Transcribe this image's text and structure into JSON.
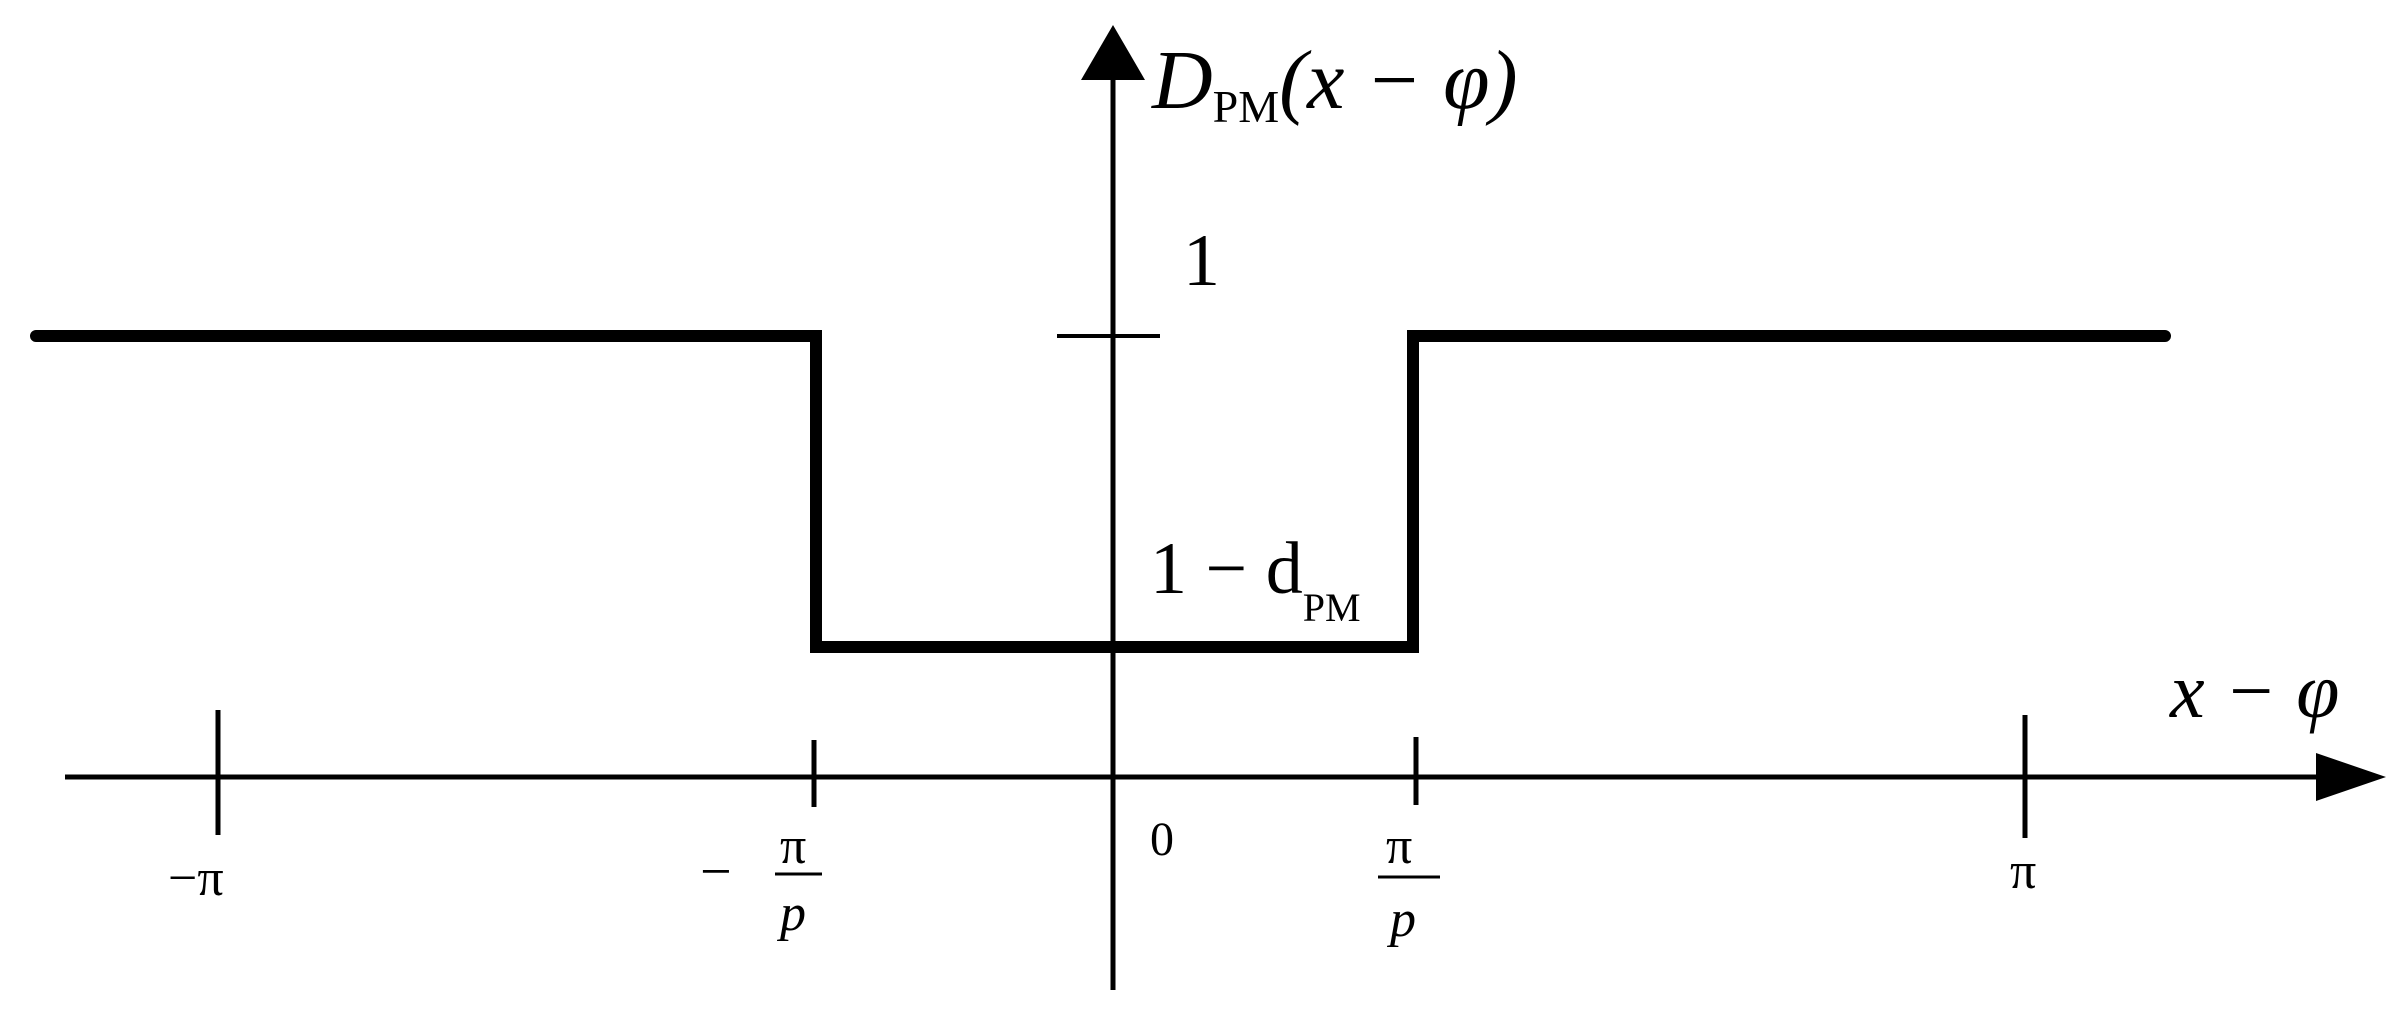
{
  "figure": {
    "y_axis_label": {
      "main": "D",
      "sub": "PM",
      "argument": "(x − φ)"
    },
    "x_axis_label": "x − φ",
    "level_labels": {
      "upper": "1",
      "lower_main": "1 − d",
      "lower_sub": "PM"
    },
    "tick_labels": {
      "neg_pi": "−π",
      "neg_frac_sign": "−",
      "neg_frac_num": "π",
      "neg_frac_den": "p",
      "origin": "0",
      "pos_frac_num": "π",
      "pos_frac_den": "p",
      "pos_pi": "π"
    }
  },
  "chart_data": {
    "type": "line",
    "shape": "step",
    "x_ticks": [
      "−π",
      "−π/p",
      "0",
      "π/p",
      "π"
    ],
    "y_ticks": [
      "1",
      "1 − d_PM"
    ],
    "segments": [
      {
        "x_from": "< −π",
        "x_to": "−π/p",
        "y": "1"
      },
      {
        "x_from": "−π/p",
        "x_to": "π/p",
        "y": "1 − d_PM"
      },
      {
        "x_from": "π/p",
        "x_to": "> π",
        "y": "1"
      }
    ],
    "grid": false,
    "legend": "none"
  },
  "colors": {
    "ink": "#000000",
    "background": "#ffffff"
  }
}
